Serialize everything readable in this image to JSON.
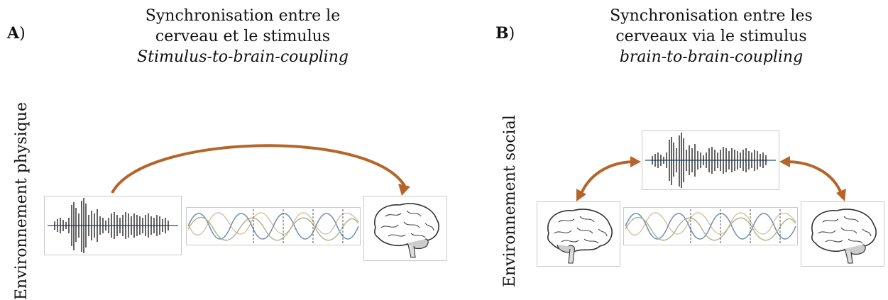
{
  "panels": [
    {
      "label_letter": "A",
      "label_paren": ")",
      "title_line1": "Synchronisation entre le",
      "title_line2": "cerveau et le stimulus",
      "title_italic": "Stimulus-to-brain-coupling",
      "side_label": "Environnement physique",
      "arrows": "single",
      "icons": [
        "waveform-image",
        "oscillation-image",
        "brain-image"
      ]
    },
    {
      "label_letter": "B",
      "label_paren": ")",
      "title_line1": "Synchronisation entre les",
      "title_line2": "cerveaux via le stimulus",
      "title_italic": "brain-to-brain-coupling",
      "side_label": "Environnement social",
      "arrows": "double",
      "icons": [
        "brain-image",
        "waveform-image",
        "oscillation-image",
        "brain-image"
      ]
    }
  ],
  "colors": {
    "arrow": "#b5652a",
    "wave_blue": "#6f8fb5",
    "wave_green": "#a8b88a",
    "wave_tan": "#c9a27a"
  }
}
